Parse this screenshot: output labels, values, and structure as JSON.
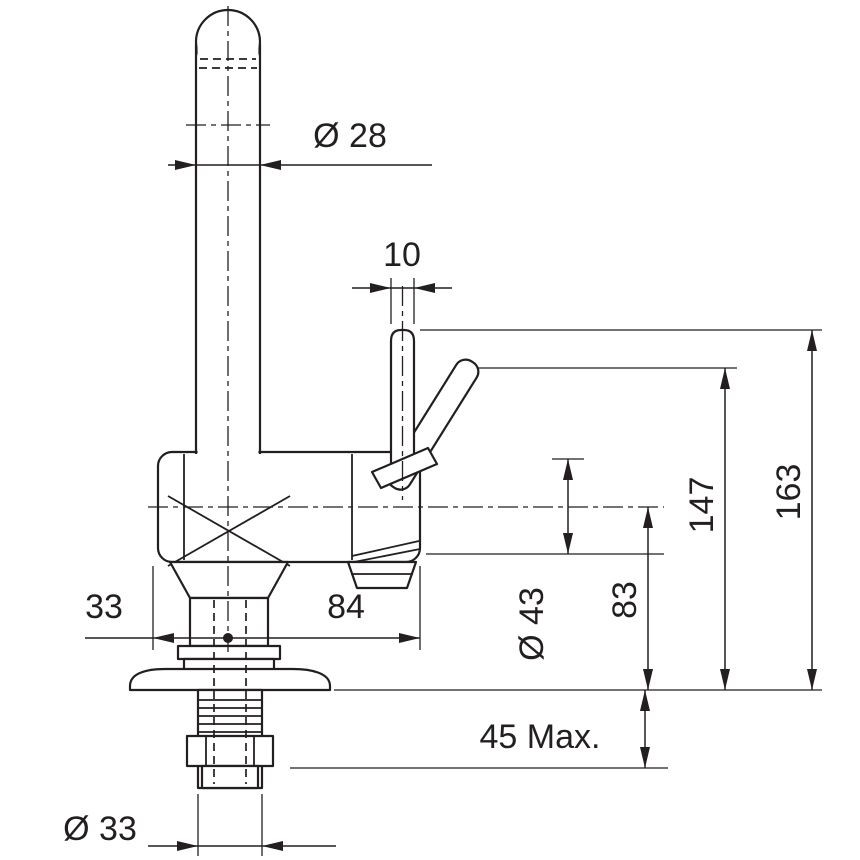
{
  "drawing": {
    "labels": {
      "spout_diameter": "Ø 28",
      "handle_width": "10",
      "total_height": "163",
      "handle_height": "147",
      "spout_height": "83",
      "body_diameter": "Ø 43",
      "left_offset": "33",
      "spout_reach": "84",
      "max_deck_thickness": "45 Max.",
      "hole_diameter": "Ø 33"
    },
    "colors": {
      "line": "#231f20",
      "background": "#ffffff"
    }
  }
}
